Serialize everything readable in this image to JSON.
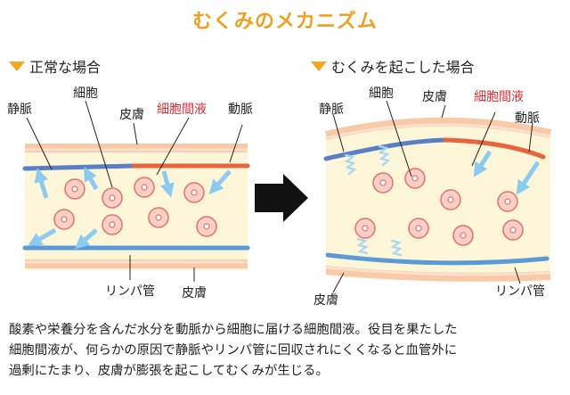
{
  "title": "むくみのメカニズム",
  "normal": {
    "heading": "正常な場合",
    "labels": {
      "vein": "静脈",
      "cell": "細胞",
      "skin_top": "皮膚",
      "interstitial": "細胞間液",
      "artery": "動脈",
      "lymph": "リンパ管",
      "skin_bottom": "皮膚"
    }
  },
  "edema": {
    "heading": "むくみを起こした場合",
    "labels": {
      "vein": "静脈",
      "cell": "細胞",
      "skin_top": "皮膚",
      "interstitial": "細胞間液",
      "artery": "動脈",
      "skin_bottom": "皮膚",
      "lymph": "リンパ管"
    }
  },
  "description": [
    "酸素や栄養分を含んだ水分を動脈から細胞に届ける細胞間液。役目を果たした",
    "細胞間液が、何らかの原因で静脈やリンパ管に回収されにくくなると血管外に",
    "過剰にたまり、皮膚が膨張を起こしてむくみが生じる。"
  ],
  "colors": {
    "title": "#f0a020",
    "heading_marker": "#f5a623",
    "tissue": "#fdf6d8",
    "skin": "#f9c9a8",
    "vein": "#5b7fc4",
    "artery": "#e8643c",
    "lymph": "#5b9ad6",
    "cell_fill": "#f8d0c8",
    "cell_stroke": "#e8706a",
    "arrow": "#8ccbef",
    "interstitial_label": "#e0282f"
  },
  "icons": [
    "heading-marker-icon",
    "right-arrow-icon",
    "flow-arrow-icon",
    "wavy-arrow-icon"
  ]
}
